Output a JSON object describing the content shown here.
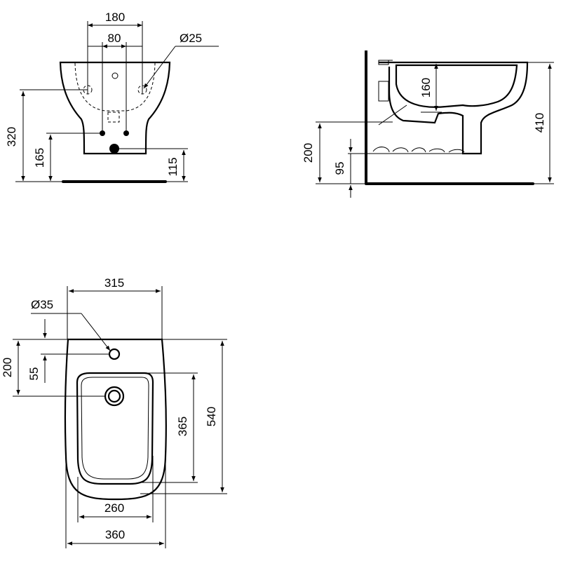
{
  "front_view": {
    "dims": {
      "width_180": "180",
      "width_80": "80",
      "hole_dia": "Ø25",
      "height_320": "320",
      "height_165": "165",
      "height_115": "115"
    }
  },
  "side_view": {
    "dims": {
      "depth_160": "160",
      "height_410": "410",
      "height_200": "200",
      "height_95": "95"
    }
  },
  "top_view": {
    "dims": {
      "offset_315": "315",
      "hole_dia": "Ø35",
      "depth_200": "200",
      "depth_55": "55",
      "bowl_365": "365",
      "length_540": "540",
      "bowl_260": "260",
      "width_360": "360"
    }
  }
}
